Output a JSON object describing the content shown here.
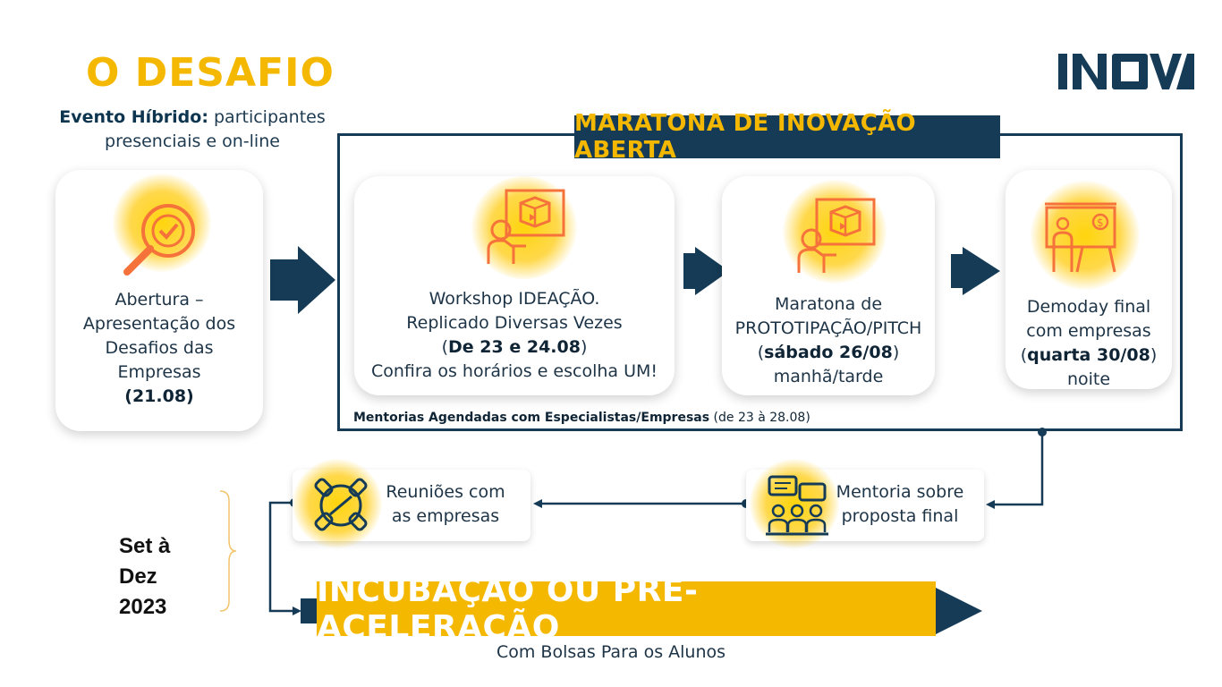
{
  "header": {
    "title": "O DESAFIO",
    "subtitle_bold": "Evento Híbrido:",
    "subtitle_rest": "participantes presenciais e on-line",
    "logo_text": "INOVA"
  },
  "marathon": {
    "banner": "MARATONA DE INOVAÇÃO ABERTA",
    "mentor_note_bold": "Mentorias Agendadas com Especialistas/Empresas",
    "mentor_note_rest": "(de 23 à 28.08)"
  },
  "steps": {
    "opening": {
      "line1": "Abertura –",
      "line2": "Apresentação dos",
      "line3": "Desafios das",
      "line4": "Empresas",
      "date": "(21.08)",
      "icon": "magnifier-check-icon"
    },
    "workshop": {
      "line1": "Workshop  IDEAÇÃO.",
      "line2": "Replicado Diversas Vezes",
      "date_open": "(",
      "date": "De 23 e 24.08",
      "date_close": ")",
      "line4": "Confira os horários e escolha UM!",
      "icon": "presenter-board-icon"
    },
    "prototype": {
      "line1": "Maratona de",
      "line2": "PROTOTIPAÇÃO/PITCH",
      "date_open": "(",
      "date": "sábado 26/08",
      "date_close": ")",
      "line4": "manhã/tarde",
      "icon": "presenter-board-icon"
    },
    "demoday": {
      "line1": "Demoday final",
      "line2": "com empresas",
      "date_open": "(",
      "date": "quarta 30/08",
      "date_close": ")",
      "line4": "noite",
      "icon": "presentation-money-icon"
    }
  },
  "followup": {
    "meetings": {
      "line1": "Reuniões com",
      "line2": "as empresas",
      "icon": "handshake-chain-icon"
    },
    "mentoring": {
      "line1": "Mentoria sobre",
      "line2": "proposta final",
      "icon": "team-chat-icon"
    }
  },
  "period": {
    "line1": "Set à",
    "line2": "Dez",
    "line3": "2023"
  },
  "incubation": {
    "label": "INCUBAÇÃO OU PRÉ-ACELERAÇÃO",
    "sub": "Com Bolsas Para os Alunos"
  },
  "colors": {
    "navy": "#153b56",
    "yellow": "#f5b800",
    "orange": "#f5723a"
  }
}
